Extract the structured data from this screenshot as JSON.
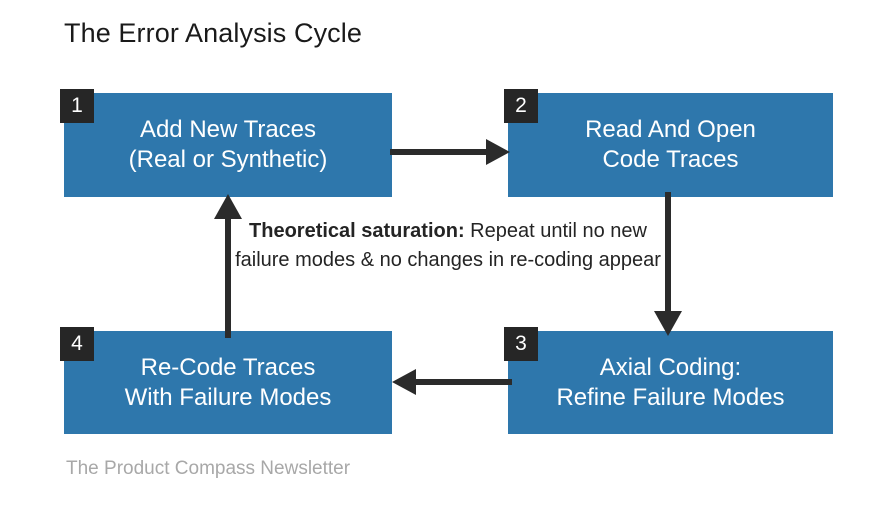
{
  "title": "The Error Analysis Cycle",
  "colors": {
    "node_fill": "#2e77ac",
    "node_text": "#ffffff",
    "badge_fill": "#262626",
    "badge_text": "#ffffff",
    "arrow": "#2b2b2b",
    "title_text": "#1a1a1a",
    "annotation_text": "#242424",
    "footer_text": "#a8a8a8",
    "background": "#ffffff"
  },
  "nodes": [
    {
      "number": "1",
      "label": "Add New Traces\n(Real or Synthetic)"
    },
    {
      "number": "2",
      "label": "Read And Open\nCode Traces"
    },
    {
      "number": "3",
      "label": "Axial Coding:\nRefine Failure Modes"
    },
    {
      "number": "4",
      "label": "Re-Code Traces\nWith Failure Modes"
    }
  ],
  "arrows": [
    {
      "name": "arrow-step1-to-step2",
      "direction": "right"
    },
    {
      "name": "arrow-step2-to-step3",
      "direction": "down"
    },
    {
      "name": "arrow-step3-to-step4",
      "direction": "left"
    },
    {
      "name": "arrow-step4-to-step1",
      "direction": "up"
    }
  ],
  "annotation": {
    "lead": "Theoretical saturation:",
    "body": " Repeat until no new failure modes & no changes in re-coding appear"
  },
  "footer": "The Product Compass Newsletter"
}
